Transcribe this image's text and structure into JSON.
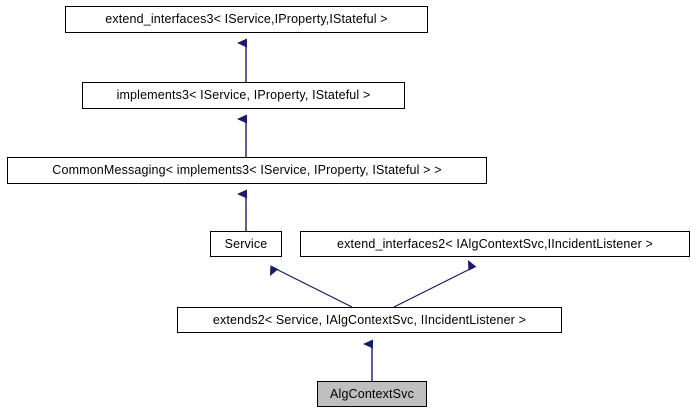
{
  "diagram": {
    "type": "uml-inheritance-graph",
    "title": "AlgContextSvc inheritance diagram",
    "background_color": "#ffffff",
    "edge_color": "#1a1a6e",
    "node_border_color": "#000000",
    "node_fill_color": "#ffffff",
    "current_node_fill_color": "#bfbfbf",
    "nodes": [
      {
        "id": "extend_interfaces3",
        "label": "extend_interfaces3< IService,IProperty,IStateful >",
        "level": 0,
        "highlighted": false
      },
      {
        "id": "implements3",
        "label": "implements3< IService, IProperty, IStateful >",
        "level": 1,
        "highlighted": false
      },
      {
        "id": "CommonMessaging",
        "label": "CommonMessaging< implements3< IService, IProperty, IStateful > >",
        "level": 2,
        "highlighted": false
      },
      {
        "id": "Service",
        "label": "Service",
        "level": 3,
        "highlighted": false
      },
      {
        "id": "extend_interfaces2",
        "label": "extend_interfaces2< IAlgContextSvc,IIncidentListener >",
        "level": 3,
        "highlighted": false
      },
      {
        "id": "extends2",
        "label": "extends2< Service, IAlgContextSvc, IIncidentListener >",
        "level": 4,
        "highlighted": false
      },
      {
        "id": "AlgContextSvc",
        "label": "AlgContextSvc",
        "level": 5,
        "highlighted": true
      }
    ],
    "edges": [
      {
        "from": "implements3",
        "to": "extend_interfaces3",
        "kind": "inheritance"
      },
      {
        "from": "CommonMessaging",
        "to": "implements3",
        "kind": "inheritance"
      },
      {
        "from": "Service",
        "to": "CommonMessaging",
        "kind": "inheritance"
      },
      {
        "from": "extends2",
        "to": "Service",
        "kind": "inheritance"
      },
      {
        "from": "extends2",
        "to": "extend_interfaces2",
        "kind": "inheritance"
      },
      {
        "from": "AlgContextSvc",
        "to": "extends2",
        "kind": "inheritance"
      }
    ]
  }
}
